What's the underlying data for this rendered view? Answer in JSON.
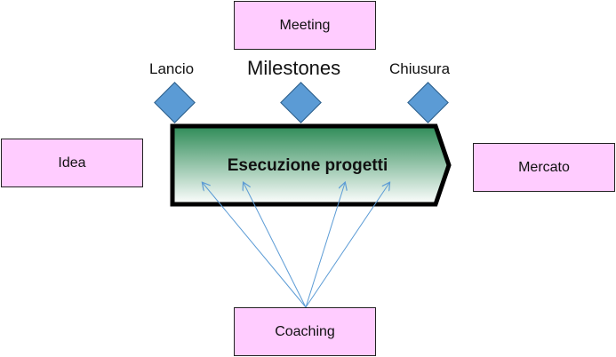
{
  "diagram": {
    "meeting": "Meeting",
    "milestones": "Milestones",
    "lancio": "Lancio",
    "chiusura": "Chiusura",
    "idea": "Idea",
    "central": "Esecuzione progetti",
    "mercato": "Mercato",
    "coaching": "Coaching"
  },
  "colors": {
    "box_fill": "#ffccff",
    "diamond_fill": "#5b9bd5",
    "arrow_gradient_top": "#2e8b57",
    "arrow_line": "#5b9bd5"
  }
}
